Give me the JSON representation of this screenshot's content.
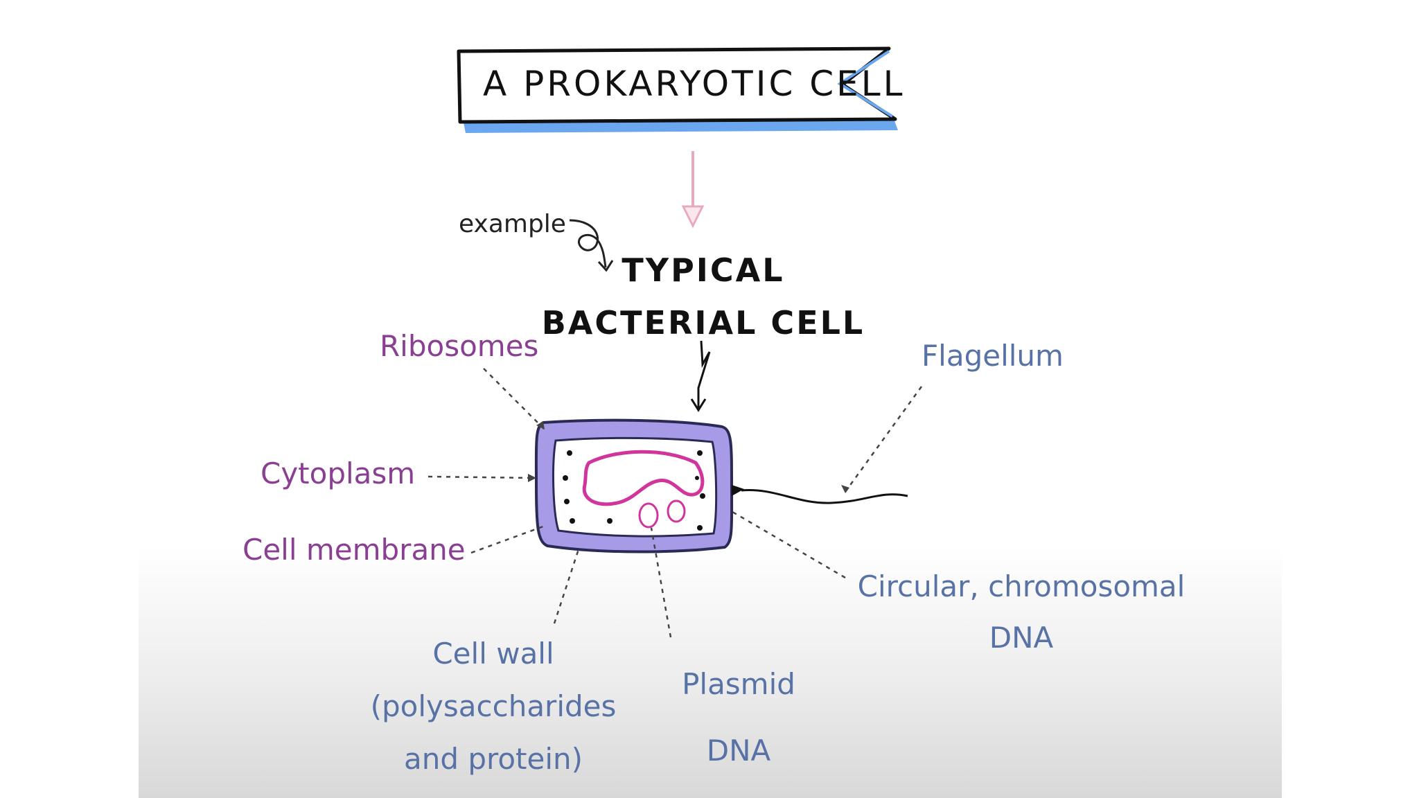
{
  "banner": {
    "title": "A PROKARYOTIC CELL"
  },
  "example_note": "example",
  "subtitle": {
    "line1": "TYPICAL",
    "line2": "BACTERIAL CELL"
  },
  "labels": {
    "ribosomes": "Ribosomes",
    "cytoplasm": "Cytoplasm",
    "cell_membrane": "Cell membrane",
    "cell_wall": {
      "line1": "Cell wall",
      "line2": "(polysaccharides",
      "line3": "and protein)"
    },
    "plasmid": {
      "line1": "Plasmid",
      "line2": "DNA"
    },
    "chromosomal": {
      "line1": "Circular, chromosomal",
      "line2": "DNA"
    },
    "flagellum": "Flagellum"
  },
  "colors": {
    "purple_labels": "#8a3f93",
    "blue_labels": "#5872a6",
    "cell_wall_fill": "#a79be8",
    "dna_magenta": "#d1359b",
    "banner_shadow": "#6aa7ef",
    "arrow_pink": "#e7a9bf"
  }
}
